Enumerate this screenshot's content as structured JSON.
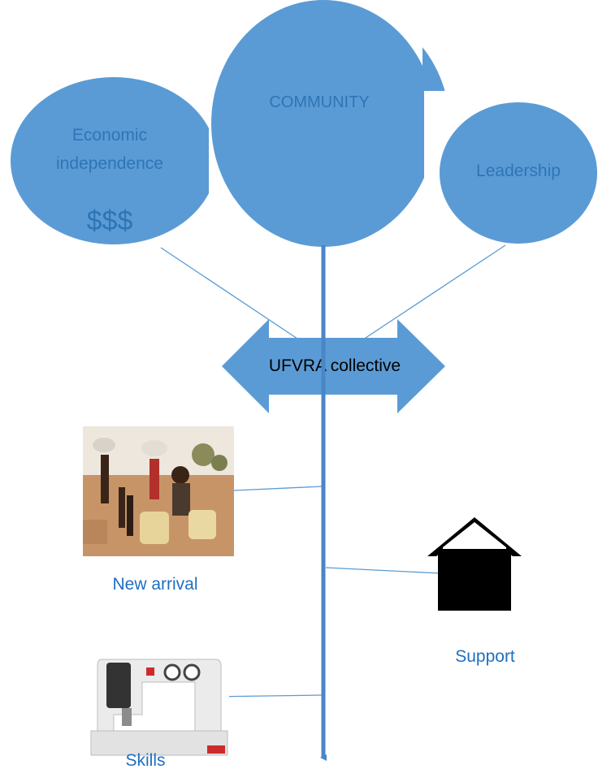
{
  "nodes": {
    "economic": {
      "line1": "Economic",
      "line2": "independence",
      "symbol": "$$$"
    },
    "community": {
      "label": "COMMUNITY"
    },
    "leadership": {
      "label": "Leadership"
    },
    "collective": {
      "label": "UFVRA collective"
    },
    "new_arrival": {
      "label": "New arrival",
      "icon": "refugee-children-photo"
    },
    "support": {
      "label": "Support",
      "icon": "house-icon"
    },
    "skills": {
      "label": "Skills",
      "icon": "sewing-machine-photo"
    }
  },
  "colors": {
    "bubble_fill": "#5B9BD5",
    "bubble_text": "#2E75B6",
    "collective_text": "#000000",
    "caption_text": "#1F6FC1",
    "connector": "#4A86C5",
    "house": "#000000"
  }
}
